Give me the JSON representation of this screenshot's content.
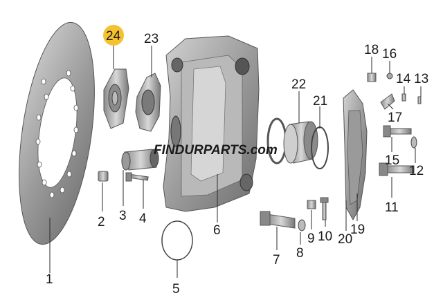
{
  "watermark": "FINDURPARTS.com",
  "highlight_color": "#f5c12e",
  "highlighted_part": "24",
  "parts": [
    {
      "id": "p1",
      "label": "1"
    },
    {
      "id": "p2",
      "label": "2"
    },
    {
      "id": "p3",
      "label": "3"
    },
    {
      "id": "p4",
      "label": "4"
    },
    {
      "id": "p5",
      "label": "5"
    },
    {
      "id": "p6",
      "label": "6"
    },
    {
      "id": "p7",
      "label": "7"
    },
    {
      "id": "p8",
      "label": "8"
    },
    {
      "id": "p9",
      "label": "9"
    },
    {
      "id": "p10",
      "label": "10"
    },
    {
      "id": "p11",
      "label": "11"
    },
    {
      "id": "p12",
      "label": "12"
    },
    {
      "id": "p13",
      "label": "13"
    },
    {
      "id": "p14",
      "label": "14"
    },
    {
      "id": "p15",
      "label": "15"
    },
    {
      "id": "p16",
      "label": "16"
    },
    {
      "id": "p17",
      "label": "17"
    },
    {
      "id": "p18",
      "label": "18"
    },
    {
      "id": "p19",
      "label": "19"
    },
    {
      "id": "p20",
      "label": "20"
    },
    {
      "id": "p21",
      "label": "21"
    },
    {
      "id": "p22",
      "label": "22"
    },
    {
      "id": "p23",
      "label": "23"
    },
    {
      "id": "p24",
      "label": "24"
    }
  ]
}
